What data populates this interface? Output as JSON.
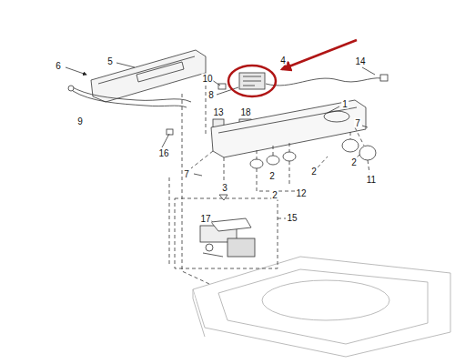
{
  "diagram": {
    "labels": [
      "5",
      "6",
      "10",
      "4",
      "14",
      "8",
      "9",
      "13",
      "18",
      "1",
      "7",
      "16",
      "2",
      "2",
      "7",
      "3",
      "2",
      "11",
      "12",
      "2",
      "17",
      "15"
    ]
  }
}
